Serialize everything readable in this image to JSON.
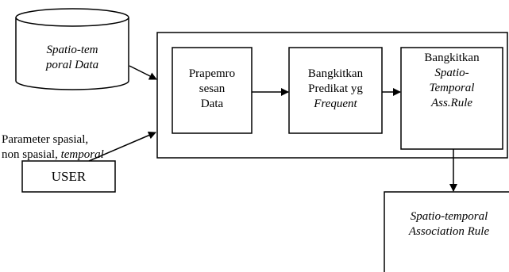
{
  "diagram": {
    "database": {
      "line1": "Spatio-tem",
      "line2": "poral Data"
    },
    "parameter_label": {
      "line1": "Parameter spasial,",
      "line2_plain": "non spasial, ",
      "line2_italic": "temporal"
    },
    "user_box": "USER",
    "step1": {
      "line1": "Prapemro",
      "line2": "sesan",
      "line3": "Data"
    },
    "step2": {
      "line1": "Bangkitkan",
      "line2": "Predikat yg",
      "line3": "Frequent"
    },
    "step3": {
      "line1": "Bangkitkan",
      "line2": "Spatio-",
      "line3": "Temporal",
      "line4": "Ass.Rule"
    },
    "output": {
      "line1": "Spatio-temporal",
      "line2": "Association Rule"
    }
  }
}
